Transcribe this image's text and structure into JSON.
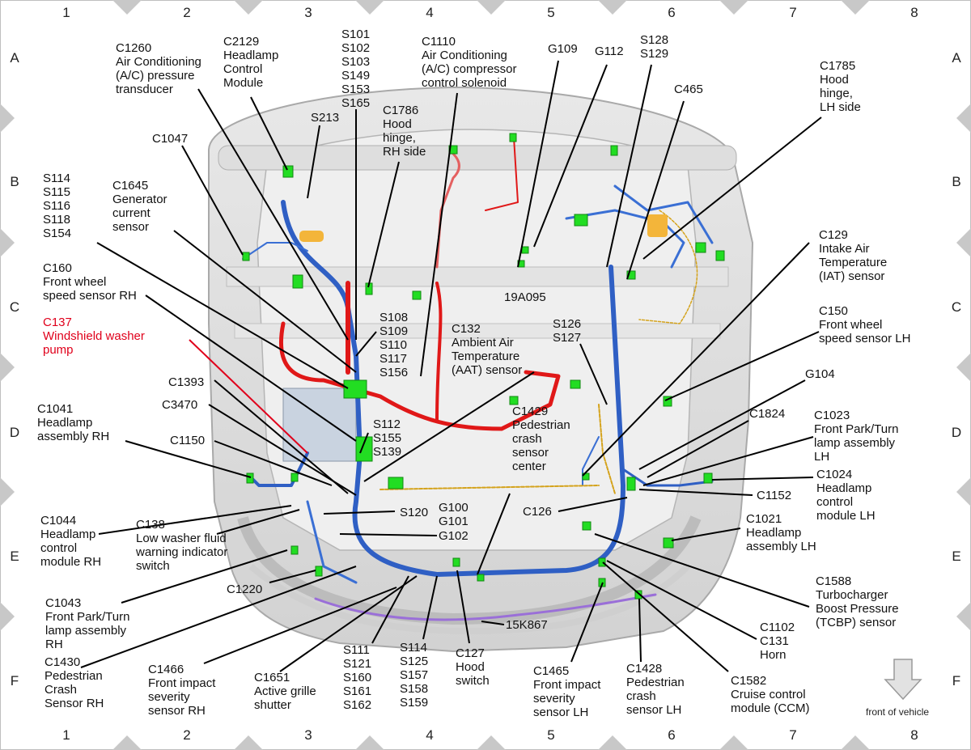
{
  "grid": {
    "columns": [
      "1",
      "2",
      "3",
      "4",
      "5",
      "6",
      "7",
      "8"
    ],
    "rows": [
      "A",
      "B",
      "C",
      "D",
      "E",
      "F"
    ]
  },
  "labels": [
    {
      "id": "c1260",
      "text": "C1260\nAir Conditioning\n(A/C) pressure\ntransducer"
    },
    {
      "id": "c2129",
      "text": "C2129\nHeadlamp\nControl\nModule"
    },
    {
      "id": "s101",
      "text": "S101\nS102\nS103\nS149\nS153\nS165"
    },
    {
      "id": "c1110",
      "text": "C1110\nAir Conditioning\n(A/C) compressor\ncontrol solenoid"
    },
    {
      "id": "g109",
      "text": "G109"
    },
    {
      "id": "g112",
      "text": "G112"
    },
    {
      "id": "s128",
      "text": "S128\nS129"
    },
    {
      "id": "c465",
      "text": "C465"
    },
    {
      "id": "c1785",
      "text": "C1785\nHood\nhinge,\nLH side"
    },
    {
      "id": "s213",
      "text": "S213"
    },
    {
      "id": "c1786",
      "text": "C1786\nHood\nhinge,\nRH side"
    },
    {
      "id": "c1047",
      "text": "C1047"
    },
    {
      "id": "s114a",
      "text": "S114\nS115\nS116\nS118\nS154"
    },
    {
      "id": "c1645",
      "text": "C1645\nGenerator\ncurrent\nsensor"
    },
    {
      "id": "c129",
      "text": "C129\nIntake Air\nTemperature\n(IAT) sensor"
    },
    {
      "id": "c160",
      "text": "C160\nFront wheel\nspeed sensor RH"
    },
    {
      "id": "c137",
      "text": "C137\nWindshield washer\npump",
      "color": "#e0001b"
    },
    {
      "id": "s108",
      "text": "S108\nS109\nS110\nS117\nS156"
    },
    {
      "id": "c132",
      "text": "C132\nAmbient Air\nTemperature\n(AAT) sensor"
    },
    {
      "id": "s126",
      "text": "S126\nS127"
    },
    {
      "id": "c150",
      "text": "C150\nFront wheel\nspeed sensor LH"
    },
    {
      "id": "g104",
      "text": "G104"
    },
    {
      "id": "c1393",
      "text": "C1393"
    },
    {
      "id": "c3470",
      "text": "C3470"
    },
    {
      "id": "c1041",
      "text": "C1041\nHeadlamp\nassembly RH"
    },
    {
      "id": "c1150",
      "text": "C1150"
    },
    {
      "id": "s112",
      "text": "S112\nS155\nS139"
    },
    {
      "id": "c1429",
      "text": "C1429\nPedestrian\ncrash\nsensor\ncenter"
    },
    {
      "id": "c1824",
      "text": "C1824"
    },
    {
      "id": "c1023",
      "text": "C1023\nFront Park/Turn\nlamp assembly\nLH"
    },
    {
      "id": "c1024",
      "text": "C1024\nHeadlamp\ncontrol\nmodule LH"
    },
    {
      "id": "c1152",
      "text": "C1152"
    },
    {
      "id": "c126",
      "text": "C126"
    },
    {
      "id": "c1044",
      "text": "C1044\nHeadlamp\ncontrol\nmodule RH"
    },
    {
      "id": "c138",
      "text": "C138\nLow washer fluid\nwarning indicator\nswitch"
    },
    {
      "id": "s120",
      "text": "S120"
    },
    {
      "id": "g100",
      "text": "G100\nG101"
    },
    {
      "id": "g102",
      "text": "G102"
    },
    {
      "id": "c1021",
      "text": "C1021\nHeadlamp\nassembly LH"
    },
    {
      "id": "c1220",
      "text": "C1220"
    },
    {
      "id": "c1043",
      "text": "C1043\nFront Park/Turn\nlamp assembly\nRH"
    },
    {
      "id": "c1588",
      "text": "C1588\nTurbocharger\nBoost Pressure\n(TCBP) sensor"
    },
    {
      "id": "c1102",
      "text": "C1102\nC131\nHorn"
    },
    {
      "id": "c1430",
      "text": "C1430\nPedestrian\nCrash\nSensor RH"
    },
    {
      "id": "c1466",
      "text": "C1466\nFront impact\nseverity\nsensor RH"
    },
    {
      "id": "c1651",
      "text": "C1651\nActive grille\nshutter"
    },
    {
      "id": "s111",
      "text": "S111\nS121\nS160\nS161\nS162"
    },
    {
      "id": "s114b",
      "text": "S114\nS125\nS157\nS158\nS159"
    },
    {
      "id": "c127",
      "text": "C127\nHood\nswitch"
    },
    {
      "id": "c1465",
      "text": "C1465\nFront impact\nseverity\nsensor LH"
    },
    {
      "id": "c1428",
      "text": "C1428\nPedestrian\ncrash\nsensor LH"
    },
    {
      "id": "c1582",
      "text": "C1582\nCruise control\nmodule (CCM)"
    }
  ],
  "part_labels": {
    "p19a095": "19A095",
    "p15k867": "15K867"
  },
  "front_of_vehicle": "front of vehicle",
  "colors": {
    "highlight": "#e0001b",
    "harness_blue": "#2f5fc4",
    "harness_red": "#e01818",
    "connector_green": "#22dd22"
  }
}
